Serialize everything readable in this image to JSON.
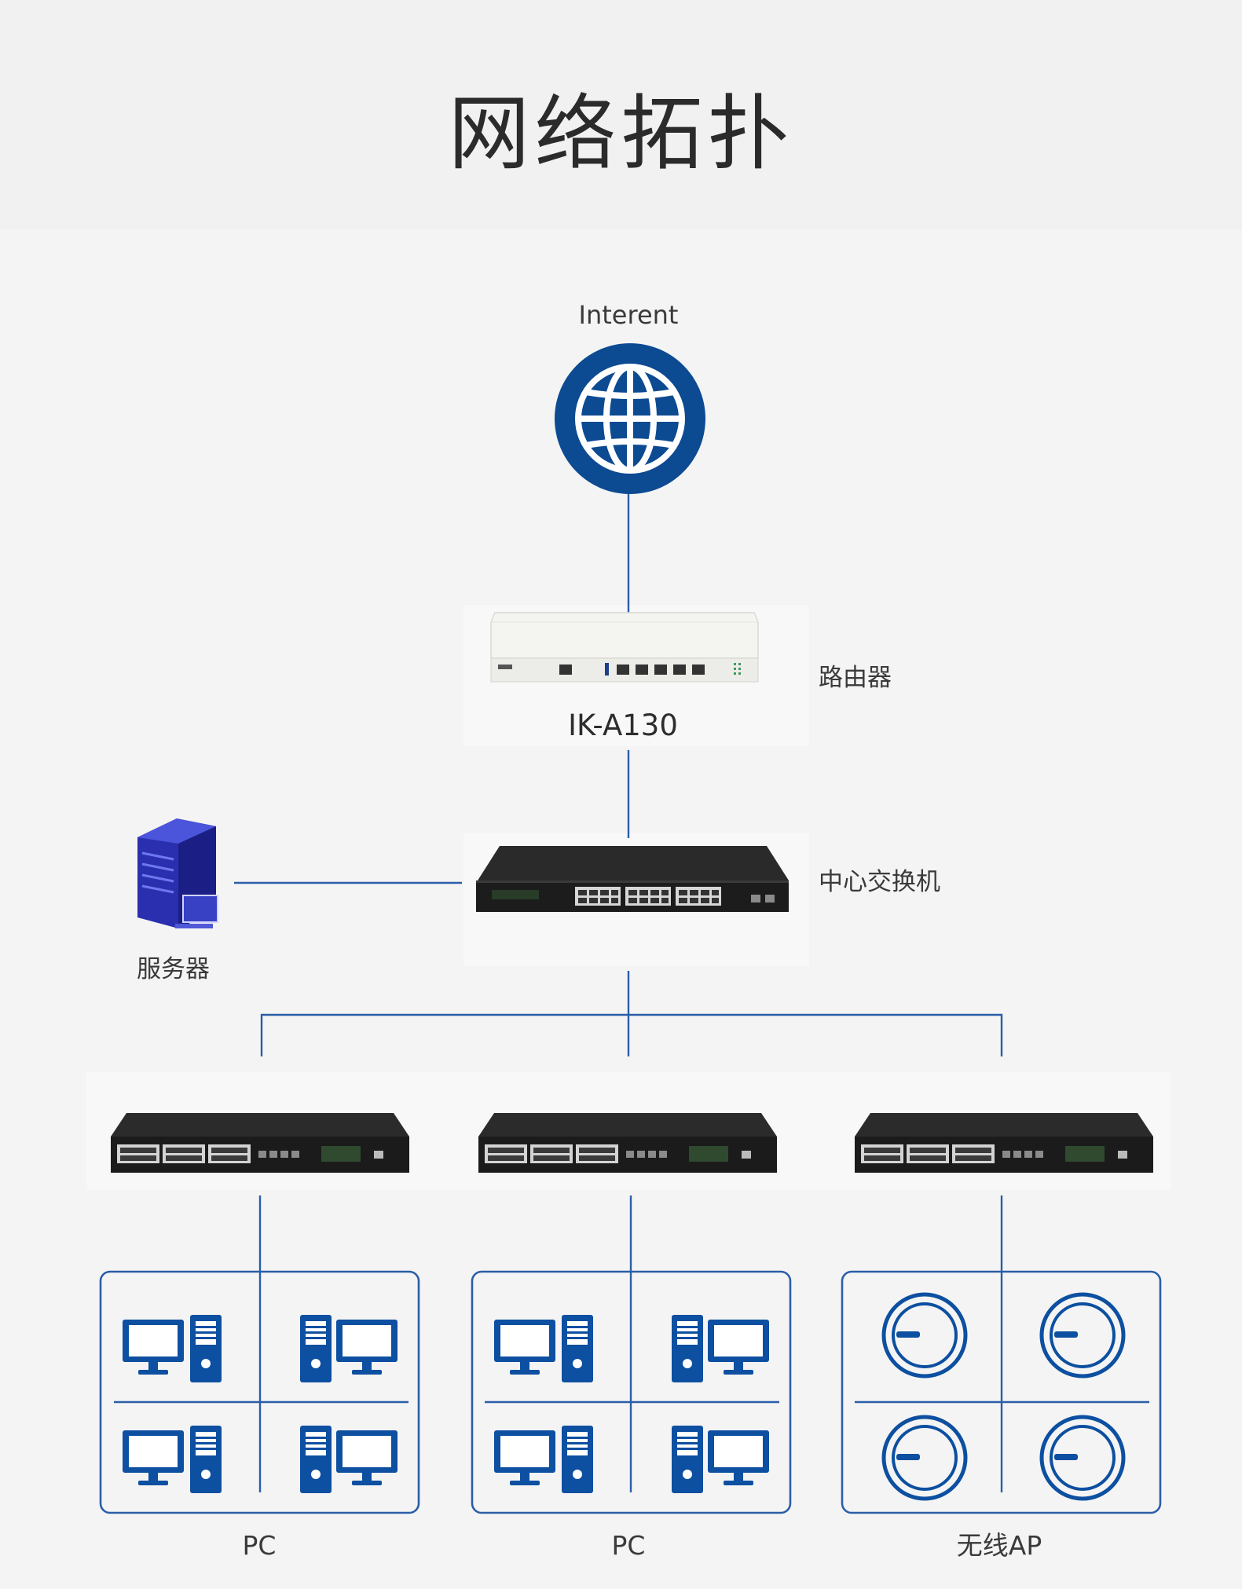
{
  "title": "网络拓扑",
  "internet": {
    "label": "Interent"
  },
  "router": {
    "model": "IK-A130",
    "label": "路由器"
  },
  "core_switch": {
    "label": "中心交换机"
  },
  "server": {
    "label": "服务器"
  },
  "groups": [
    {
      "label": "PC"
    },
    {
      "label": "PC"
    },
    {
      "label": "无线AP"
    }
  ],
  "colors": {
    "line": "#2a5ea8",
    "globe": "#0c4a92",
    "device_icon": "#0d4fa0",
    "switch_body": "#1c1c1c",
    "router_body": "#efefeb"
  }
}
